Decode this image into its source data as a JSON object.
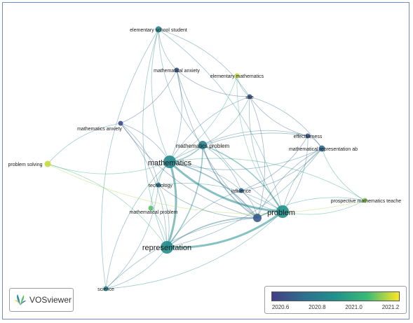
{
  "colors": {
    "scale_low": "#433e85",
    "scale_mid1": "#2e6f8e",
    "scale_mid2": "#21918c",
    "scale_mid3": "#3aba76",
    "scale_high": "#fde725",
    "frame_border": "#6f8fc4"
  },
  "nodes": [
    {
      "id": "mathematics",
      "label": "mathematics",
      "year": 2020.85,
      "weight": 10
    },
    {
      "id": "problem",
      "label": "problem",
      "year": 2020.9,
      "weight": 9
    },
    {
      "id": "representation",
      "label": "representation",
      "year": 2020.88,
      "weight": 8
    },
    {
      "id": "mathematics-problem",
      "label": "mathematics problem",
      "year": 2020.82,
      "weight": 5
    },
    {
      "id": "elementary-school-student",
      "label": "elementary school student",
      "year": 2020.85,
      "weight": 4
    },
    {
      "id": "mathematical-anxiety",
      "label": "mathematical anxiety",
      "year": 2020.65,
      "weight": 3
    },
    {
      "id": "elementary-mathematics",
      "label": "elementary mathematics",
      "year": 2021.2,
      "weight": 3
    },
    {
      "id": "use",
      "label": "use",
      "year": 2020.65,
      "weight": 3
    },
    {
      "id": "mathematics-anxiety",
      "label": "mathematics anxiety",
      "year": 2020.6,
      "weight": 3
    },
    {
      "id": "effectiveness",
      "label": "effectiveness",
      "year": 2020.65,
      "weight": 3
    },
    {
      "id": "mathematical-representation-ab",
      "label": "mathematical representation ab",
      "year": 2020.7,
      "weight": 4
    },
    {
      "id": "problem-solving",
      "label": "problem solving",
      "year": 2021.2,
      "weight": 4
    },
    {
      "id": "technology",
      "label": "technology",
      "year": 2020.75,
      "weight": 3
    },
    {
      "id": "influence",
      "label": "influence",
      "year": 2020.7,
      "weight": 3
    },
    {
      "id": "mathematical-problem",
      "label": "mathematical problem",
      "year": 2021.1,
      "weight": 3
    },
    {
      "id": "prospective-mathematics-teache",
      "label": "prospective mathematics teache",
      "year": 2021.15,
      "weight": 3
    },
    {
      "id": "science",
      "label": "science",
      "year": 2020.8,
      "weight": 3
    },
    {
      "id": "unlabeled-node",
      "label": "",
      "year": 2020.65,
      "weight": 5
    }
  ],
  "links": [
    [
      "mathematics",
      "problem"
    ],
    [
      "mathematics",
      "representation"
    ],
    [
      "mathematics",
      "mathematics-problem"
    ],
    [
      "mathematics",
      "elementary-school-student"
    ],
    [
      "mathematics",
      "mathematical-anxiety"
    ],
    [
      "mathematics",
      "use"
    ],
    [
      "mathematics",
      "mathematics-anxiety"
    ],
    [
      "mathematics",
      "effectiveness"
    ],
    [
      "mathematics",
      "mathematical-representation-ab"
    ],
    [
      "mathematics",
      "problem-solving"
    ],
    [
      "mathematics",
      "technology"
    ],
    [
      "mathematics",
      "influence"
    ],
    [
      "mathematics",
      "mathematical-problem"
    ],
    [
      "mathematics",
      "prospective-mathematics-teache"
    ],
    [
      "mathematics",
      "science"
    ],
    [
      "mathematics",
      "unlabeled-node"
    ],
    [
      "mathematics",
      "elementary-mathematics"
    ],
    [
      "problem",
      "representation"
    ],
    [
      "problem",
      "mathematics-problem"
    ],
    [
      "problem",
      "use"
    ],
    [
      "problem",
      "effectiveness"
    ],
    [
      "problem",
      "mathematical-representation-ab"
    ],
    [
      "problem",
      "prospective-mathematics-teache"
    ],
    [
      "problem",
      "influence"
    ],
    [
      "problem",
      "elementary-school-student"
    ],
    [
      "problem",
      "mathematical-anxiety"
    ],
    [
      "problem",
      "technology"
    ],
    [
      "problem",
      "science"
    ],
    [
      "problem",
      "unlabeled-node"
    ],
    [
      "problem",
      "elementary-mathematics"
    ],
    [
      "representation",
      "mathematics-problem"
    ],
    [
      "representation",
      "science"
    ],
    [
      "representation",
      "technology"
    ],
    [
      "representation",
      "unlabeled-node"
    ],
    [
      "representation",
      "mathematical-problem"
    ],
    [
      "representation",
      "elementary-school-student"
    ],
    [
      "representation",
      "mathematics-anxiety"
    ],
    [
      "representation",
      "influence"
    ],
    [
      "representation",
      "mathematical-representation-ab"
    ],
    [
      "mathematics-problem",
      "elementary-school-student"
    ],
    [
      "mathematics-problem",
      "use"
    ],
    [
      "mathematics-problem",
      "influence"
    ],
    [
      "mathematics-problem",
      "unlabeled-node"
    ],
    [
      "mathematics-problem",
      "effectiveness"
    ],
    [
      "mathematical-anxiety",
      "use"
    ],
    [
      "mathematical-anxiety",
      "mathematics-anxiety"
    ],
    [
      "mathematical-anxiety",
      "unlabeled-node"
    ],
    [
      "mathematical-anxiety",
      "elementary-school-student"
    ],
    [
      "elementary-mathematics",
      "use"
    ],
    [
      "use",
      "mathematical-representation-ab"
    ],
    [
      "use",
      "effectiveness"
    ],
    [
      "use",
      "unlabeled-node"
    ],
    [
      "mathematics-anxiety",
      "problem-solving"
    ],
    [
      "mathematics-anxiety",
      "technology"
    ],
    [
      "mathematics-anxiety",
      "unlabeled-node"
    ],
    [
      "effectiveness",
      "mathematical-representation-ab"
    ],
    [
      "mathematical-representation-ab",
      "unlabeled-node"
    ],
    [
      "mathematical-representation-ab",
      "influence"
    ],
    [
      "mathematical-representation-ab",
      "prospective-mathematics-teache"
    ],
    [
      "problem-solving",
      "representation"
    ],
    [
      "problem-solving",
      "prospective-mathematics-teache"
    ],
    [
      "technology",
      "science"
    ],
    [
      "technology",
      "unlabeled-node"
    ],
    [
      "influence",
      "unlabeled-node"
    ],
    [
      "influence",
      "effectiveness"
    ],
    [
      "unlabeled-node",
      "prospective-mathematics-teache"
    ],
    [
      "unlabeled-node",
      "science"
    ],
    [
      "elementary-school-student",
      "use"
    ],
    [
      "elementary-school-student",
      "science"
    ]
  ],
  "logo": {
    "text": "VOSviewer"
  },
  "legend": {
    "ticks": [
      "2020.6",
      "2020.8",
      "2021.0",
      "2021.2"
    ],
    "min": 2020.55,
    "max": 2021.25,
    "tick_values": [
      2020.6,
      2020.8,
      2021.0,
      2021.2
    ]
  }
}
